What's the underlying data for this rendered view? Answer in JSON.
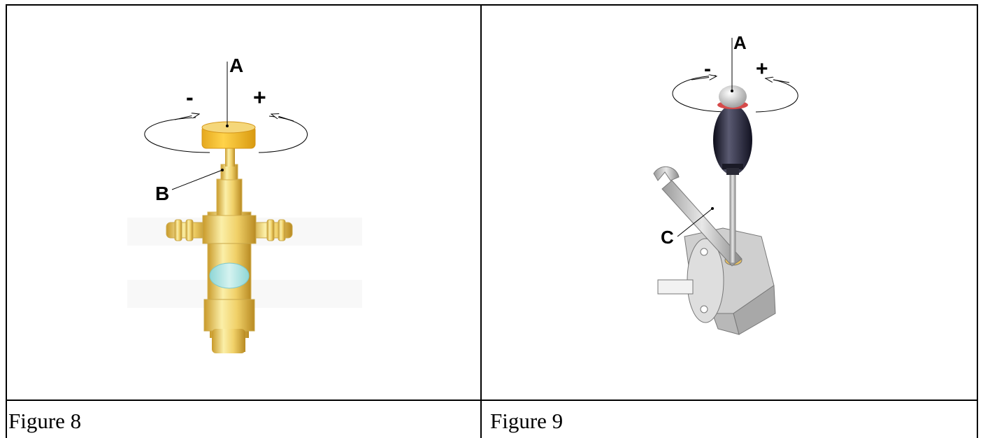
{
  "figures": [
    {
      "caption": "Figure 8",
      "labels": {
        "a": "A",
        "b": "B",
        "minus": "-",
        "plus": "+"
      }
    },
    {
      "caption": "Figure 9",
      "labels": {
        "a": "A",
        "c": "C",
        "minus": "-",
        "plus": "+"
      }
    }
  ]
}
